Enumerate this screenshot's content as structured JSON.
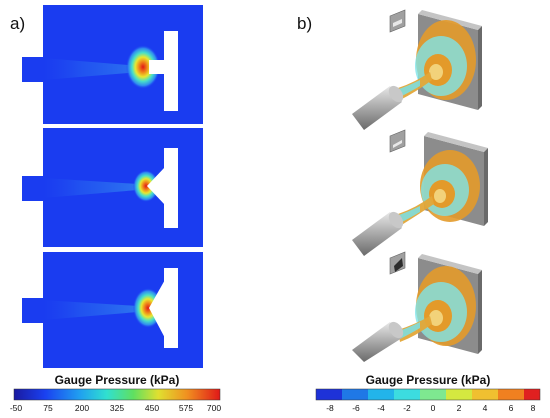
{
  "panel_a": {
    "label": "a)",
    "colorbar": {
      "title": "Gauge Pressure (kPa)",
      "ticks": [
        "-50",
        "75",
        "200",
        "325",
        "450",
        "575",
        "700"
      ]
    }
  },
  "panel_b": {
    "label": "b)",
    "colorbar": {
      "title": "Gauge Pressure (kPa)",
      "ticks": [
        "-8",
        "-6",
        "-4",
        "-2",
        "0",
        "2",
        "4",
        "6",
        "8"
      ]
    }
  },
  "colors": {
    "field_blue": "#1a3cf0",
    "jet_cyan": "#38d6e8",
    "peak_red": "#e02020",
    "iso_orange": "#e39a2a",
    "iso_cyan": "#7ee3e8",
    "solid_gray": "#b4b4b4"
  }
}
